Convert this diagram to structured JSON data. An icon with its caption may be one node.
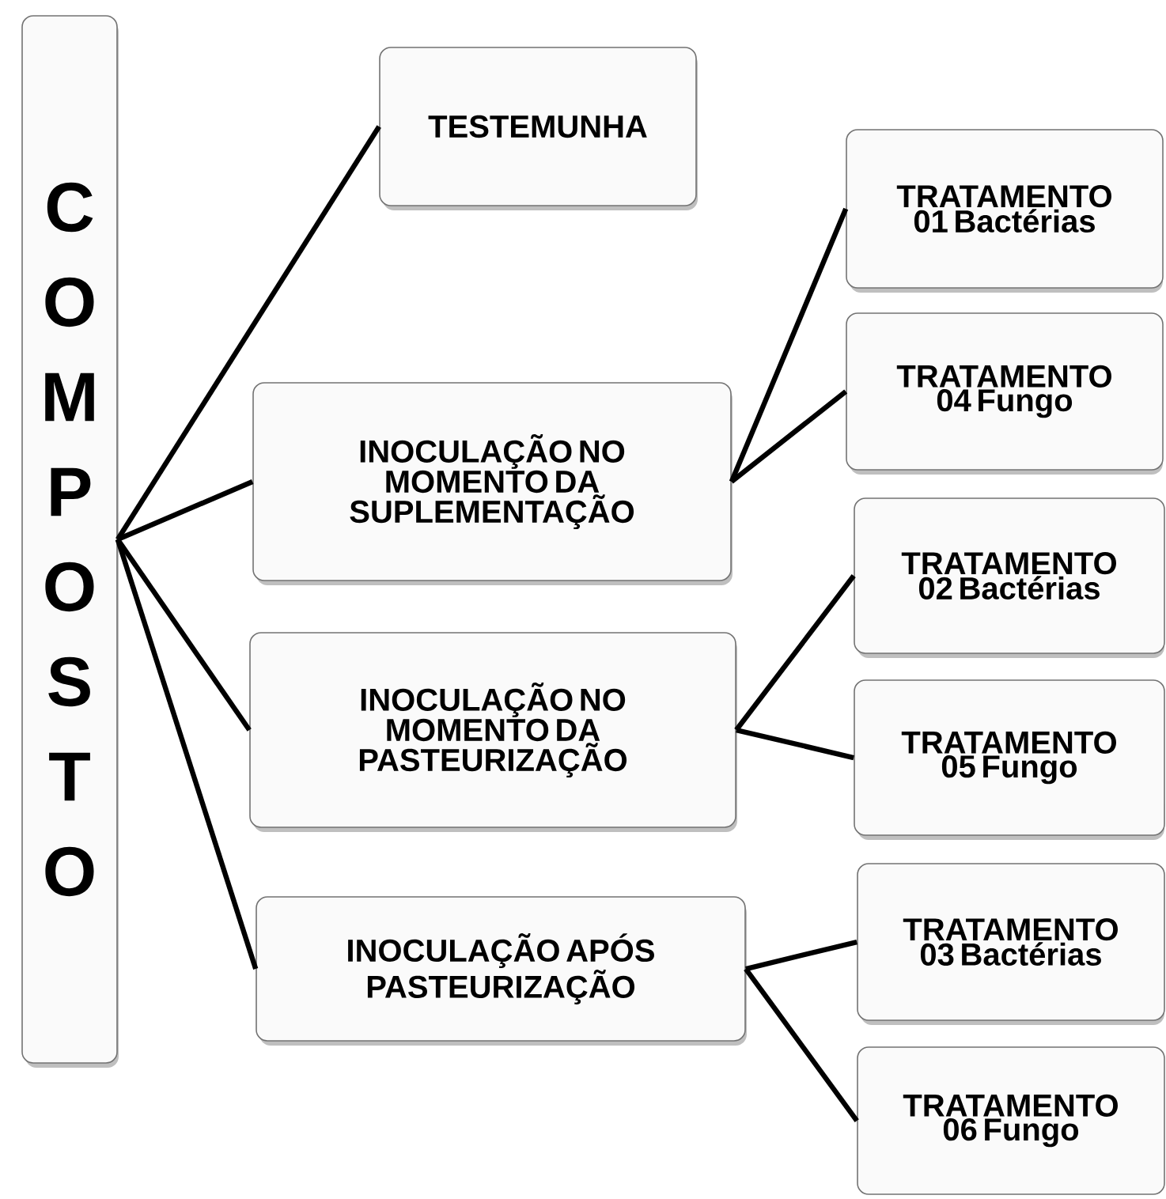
{
  "diagram": {
    "nodes": [
      {
        "text": [
          "COMPOSTO"
        ]
      },
      {
        "text": [
          "TESTEMUNHA"
        ]
      },
      {
        "text": [
          "INOCULAÇÃO NO MOMENTO DA SUPLEMENTAÇÃO"
        ]
      },
      {
        "text": [
          "INOCULAÇÃO NO MOMENTO DA PASTEURIZAÇÃO"
        ]
      },
      {
        "text": [
          "INOCULAÇÃO APÓS PASTEURIZAÇÃO"
        ]
      },
      {
        "text": [
          "TRATAMENTO 01 Bactérias"
        ]
      },
      {
        "text": [
          "TRATAMENTO 04 Fungo"
        ]
      },
      {
        "text": [
          "TRATAMENTO 02 Bactérias"
        ]
      },
      {
        "text": [
          "TRATAMENTO 05 Fungo"
        ]
      },
      {
        "text": [
          "TRATAMENTO 03 Bactérias"
        ]
      },
      {
        "text": [
          "TRATAMENTO 06 Fungo"
        ]
      }
    ],
    "edges": [
      {
        "from": 0,
        "to": 1,
        "arrow": "none"
      },
      {
        "from": 0,
        "to": 2,
        "arrow": "none"
      },
      {
        "from": 0,
        "to": 3,
        "arrow": "none"
      },
      {
        "from": 0,
        "to": 4,
        "arrow": "none"
      },
      {
        "from": 2,
        "to": 5,
        "arrow": "none"
      },
      {
        "from": 2,
        "to": 6,
        "arrow": "none"
      },
      {
        "from": 3,
        "to": 7,
        "arrow": "none"
      },
      {
        "from": 3,
        "to": 8,
        "arrow": "none"
      },
      {
        "from": 4,
        "to": 9,
        "arrow": "none"
      },
      {
        "from": 4,
        "to": 10,
        "arrow": "none"
      }
    ]
  }
}
